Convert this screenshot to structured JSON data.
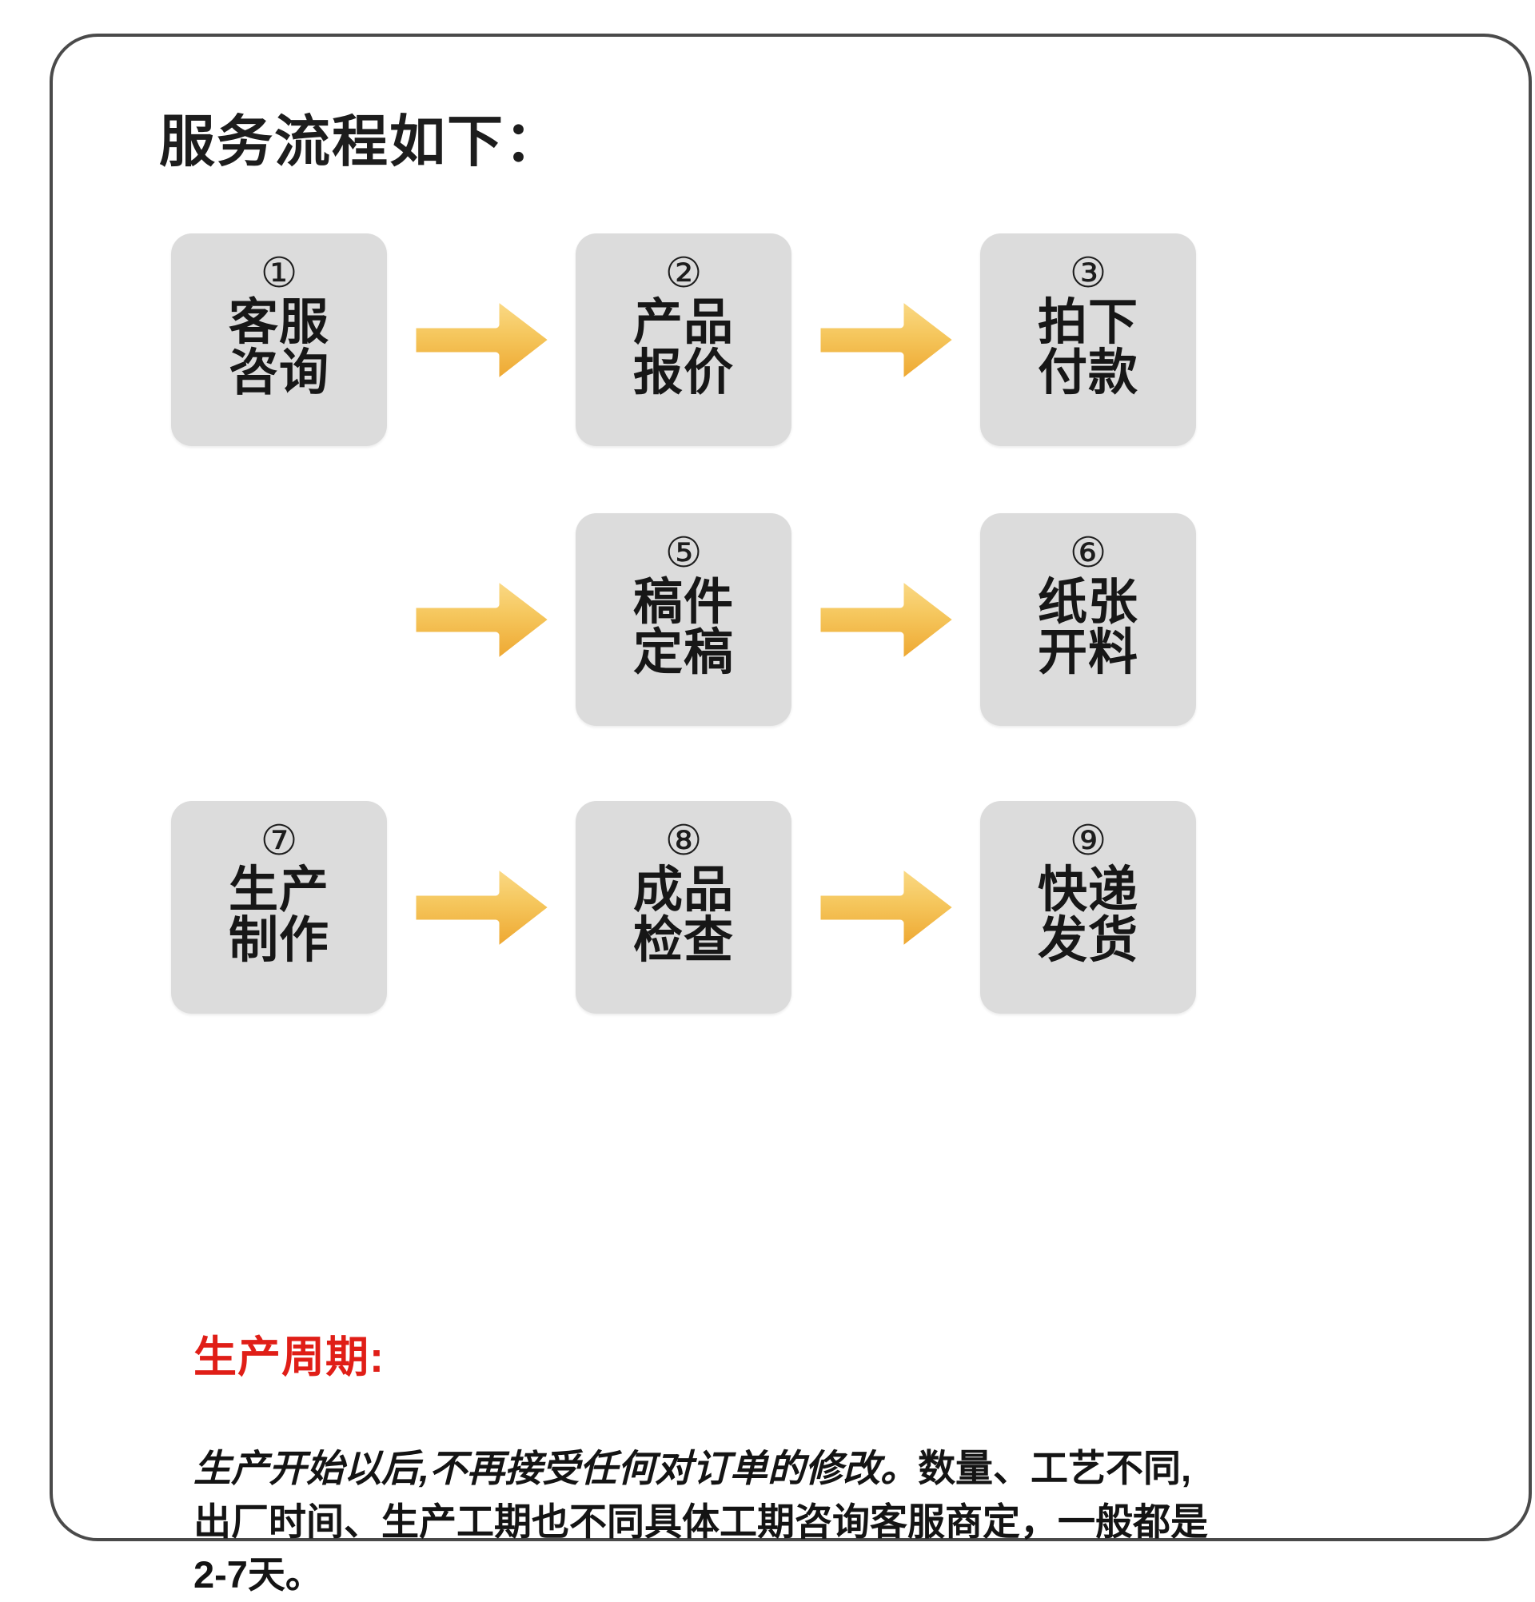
{
  "card": {
    "title": "服务流程如下：",
    "border_color": "#4a4a4a",
    "background": "#ffffff"
  },
  "flow": {
    "box_color": "#dcdcdc",
    "arrow_color_top": "#f7d67a",
    "arrow_color_bottom": "#efa72e",
    "arrow_outline": "#ffffff",
    "rows": [
      {
        "steps": [
          {
            "number": "①",
            "line1": "客服",
            "line2": "咨询"
          },
          {
            "number": "②",
            "line1": "产品",
            "line2": "报价"
          },
          {
            "number": "③",
            "line1": "拍下",
            "line2": "付款"
          }
        ],
        "arrows": [
          "arrow-right-icon",
          "arrow-right-icon"
        ],
        "leading_arrow": false
      },
      {
        "steps": [
          {
            "number": "",
            "line1": "",
            "line2": ""
          },
          {
            "number": "⑤",
            "line1": "稿件",
            "line2": "定稿"
          },
          {
            "number": "⑥",
            "line1": "纸张",
            "line2": "开料"
          }
        ],
        "arrows": [
          "arrow-right-icon",
          "arrow-right-icon"
        ],
        "leading_arrow": true
      },
      {
        "steps": [
          {
            "number": "⑦",
            "line1": "生产",
            "line2": "制作"
          },
          {
            "number": "⑧",
            "line1": "成品",
            "line2": "检查"
          },
          {
            "number": "⑨",
            "line1": "快递",
            "line2": "发货"
          }
        ],
        "arrows": [
          "arrow-right-icon",
          "arrow-right-icon"
        ],
        "leading_arrow": false
      }
    ]
  },
  "cycle": {
    "heading": "生产周期:",
    "heading_color": "#e01e17",
    "body_emphasis": "生产开始以后,不再接受任何对订单的修改。",
    "body_rest": "数量、工艺不同,出厂时间、生产工期也不同具体工期咨询客服商定，一般都是2-7天。"
  }
}
